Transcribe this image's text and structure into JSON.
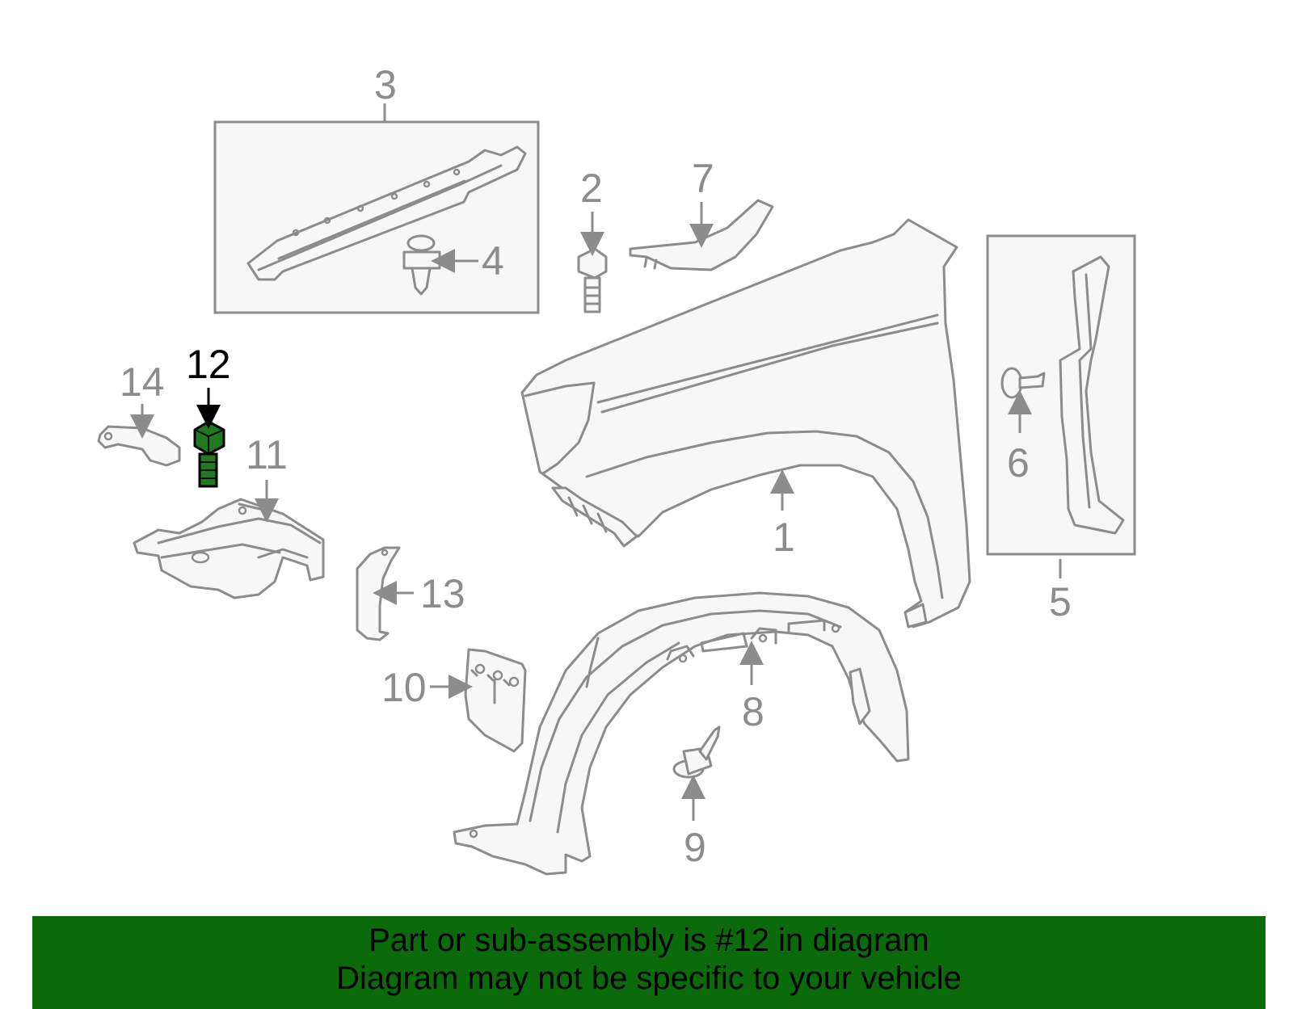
{
  "callouts": {
    "c1": "1",
    "c2": "2",
    "c3": "3",
    "c4": "4",
    "c5": "5",
    "c6": "6",
    "c7": "7",
    "c8": "8",
    "c9": "9",
    "c10": "10",
    "c11": "11",
    "c12": "12",
    "c13": "13",
    "c14": "14"
  },
  "highlighted_part": "12",
  "colors": {
    "line_art": "#8c8c8c",
    "highlight_part": "#1f7a1f",
    "banner_background": "#0b6b0b",
    "banner_text": "#000000"
  },
  "banner": {
    "line1": "Part or sub-assembly is #12 in diagram",
    "line2": "Diagram may not be specific to your vehicle"
  }
}
